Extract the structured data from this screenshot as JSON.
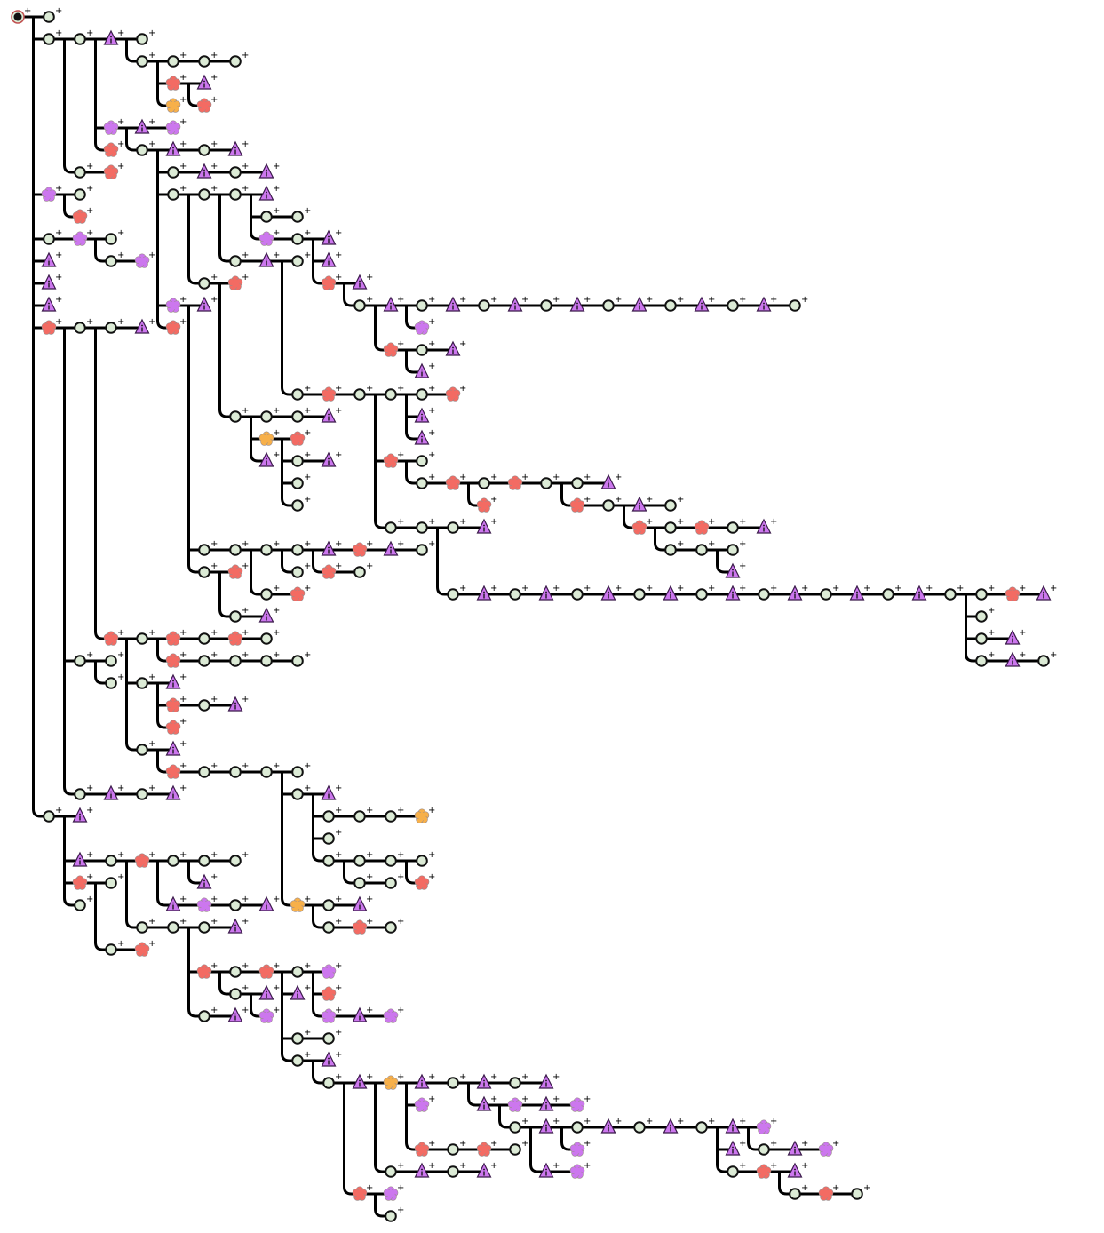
{
  "title": "Game tree",
  "expand_label": "+",
  "node_types": {
    "K": {
      "name": "root",
      "color": "#111111"
    },
    "o": {
      "name": "move",
      "color": "#dcebd6"
    },
    "t": {
      "name": "warning",
      "color": "#cc77ee"
    },
    "r": {
      "name": "red-flower",
      "color": "#f36b63"
    },
    "p": {
      "name": "purple-flower",
      "color": "#cc77ee"
    },
    "y": {
      "name": "orange-flower",
      "color": "#f7b04a"
    }
  },
  "rows": [
    [
      [
        0,
        "Ko"
      ]
    ],
    [
      [
        1,
        "ooto"
      ]
    ],
    [
      [
        4,
        "oooo"
      ]
    ],
    [
      [
        5,
        "rt"
      ]
    ],
    [
      [
        5,
        "y"
      ],
      [
        6,
        "r"
      ]
    ],
    [
      [
        3,
        "ptp"
      ]
    ],
    [
      [
        3,
        "r"
      ],
      [
        4,
        "otot"
      ]
    ],
    [
      [
        2,
        "or"
      ],
      [
        5,
        "otot"
      ]
    ],
    [
      [
        1,
        "po"
      ],
      [
        5,
        "ooot"
      ]
    ],
    [
      [
        2,
        "r"
      ],
      [
        8,
        "oo"
      ]
    ],
    [
      [
        1,
        "opo"
      ],
      [
        8,
        "pot"
      ]
    ],
    [
      [
        1,
        "t"
      ],
      [
        3,
        "op"
      ],
      [
        7,
        "oto"
      ],
      [
        10,
        "t"
      ]
    ],
    [
      [
        1,
        "t"
      ],
      [
        6,
        "or"
      ],
      [
        10,
        "rt"
      ]
    ],
    [
      [
        1,
        "t"
      ],
      [
        5,
        "pt"
      ],
      [
        11,
        "otototototototo"
      ]
    ],
    [
      [
        1,
        "root"
      ],
      [
        5,
        "r"
      ],
      [
        13,
        "p"
      ]
    ],
    [
      [
        12,
        "rot"
      ]
    ],
    [
      [
        13,
        "t"
      ]
    ],
    [
      [
        9,
        "orooor"
      ]
    ],
    [
      [
        7,
        "ooot"
      ],
      [
        13,
        "t"
      ]
    ],
    [
      [
        8,
        "yr"
      ],
      [
        13,
        "t"
      ]
    ],
    [
      [
        8,
        "t"
      ],
      [
        9,
        "ot"
      ],
      [
        12,
        "ro"
      ]
    ],
    [
      [
        9,
        "o"
      ],
      [
        13,
        "ororoot"
      ]
    ],
    [
      [
        9,
        "o"
      ],
      [
        15,
        "r"
      ],
      [
        18,
        "roto"
      ]
    ],
    [
      [
        12,
        "ooot"
      ],
      [
        20,
        "rorot"
      ]
    ],
    [
      [
        6,
        "ooootrto"
      ],
      [
        21,
        "ooo"
      ]
    ],
    [
      [
        6,
        "or"
      ],
      [
        9,
        "o"
      ],
      [
        10,
        "ro"
      ],
      [
        23,
        "t"
      ]
    ],
    [
      [
        8,
        "or"
      ],
      [
        14,
        "ototototototototoort"
      ]
    ],
    [
      [
        7,
        "ot"
      ],
      [
        31,
        "o"
      ]
    ],
    [
      [
        3,
        "rororo"
      ],
      [
        31,
        "ot"
      ]
    ],
    [
      [
        2,
        "oo"
      ],
      [
        5,
        "roooo"
      ],
      [
        31,
        "oto"
      ]
    ],
    [
      [
        3,
        "o"
      ],
      [
        4,
        "ot"
      ]
    ],
    [
      [
        5,
        "rot"
      ]
    ],
    [
      [
        5,
        "r"
      ]
    ],
    [
      [
        4,
        "ot"
      ]
    ],
    [
      [
        5,
        "roooo"
      ]
    ],
    [
      [
        2,
        "otot"
      ],
      [
        9,
        "ot"
      ]
    ],
    [
      [
        1,
        "ot"
      ],
      [
        10,
        "oooy"
      ]
    ],
    [
      [
        10,
        "o"
      ]
    ],
    [
      [
        2,
        "torooo"
      ],
      [
        10,
        "oooo"
      ]
    ],
    [
      [
        2,
        "ro"
      ],
      [
        6,
        "t"
      ],
      [
        11,
        "oo"
      ],
      [
        13,
        "r"
      ]
    ],
    [
      [
        2,
        "o"
      ],
      [
        5,
        "tpot"
      ],
      [
        9,
        "yot"
      ]
    ],
    [
      [
        4,
        "ooot"
      ],
      [
        10,
        "oro"
      ]
    ],
    [
      [
        3,
        "or"
      ]
    ],
    [
      [
        6,
        "rorop"
      ]
    ],
    [
      [
        7,
        "ot"
      ],
      [
        9,
        "t"
      ],
      [
        10,
        "r"
      ]
    ],
    [
      [
        6,
        "ot"
      ],
      [
        8,
        "p"
      ],
      [
        10,
        "ptp"
      ]
    ],
    [
      [
        9,
        "oo"
      ]
    ],
    [
      [
        9,
        "ot"
      ]
    ],
    [
      [
        10,
        "otytotot"
      ]
    ],
    [
      [
        13,
        "p"
      ],
      [
        15,
        "tptp"
      ]
    ],
    [
      [
        16,
        "ototototp"
      ]
    ],
    [
      [
        13,
        "roro"
      ],
      [
        18,
        "p"
      ],
      [
        23,
        "t"
      ],
      [
        24,
        "otp"
      ]
    ],
    [
      [
        12,
        "otot"
      ],
      [
        17,
        "tp"
      ],
      [
        23,
        "ort"
      ]
    ],
    [
      [
        11,
        "rp"
      ],
      [
        25,
        "oro"
      ]
    ],
    [
      [
        12,
        "o"
      ]
    ]
  ]
}
